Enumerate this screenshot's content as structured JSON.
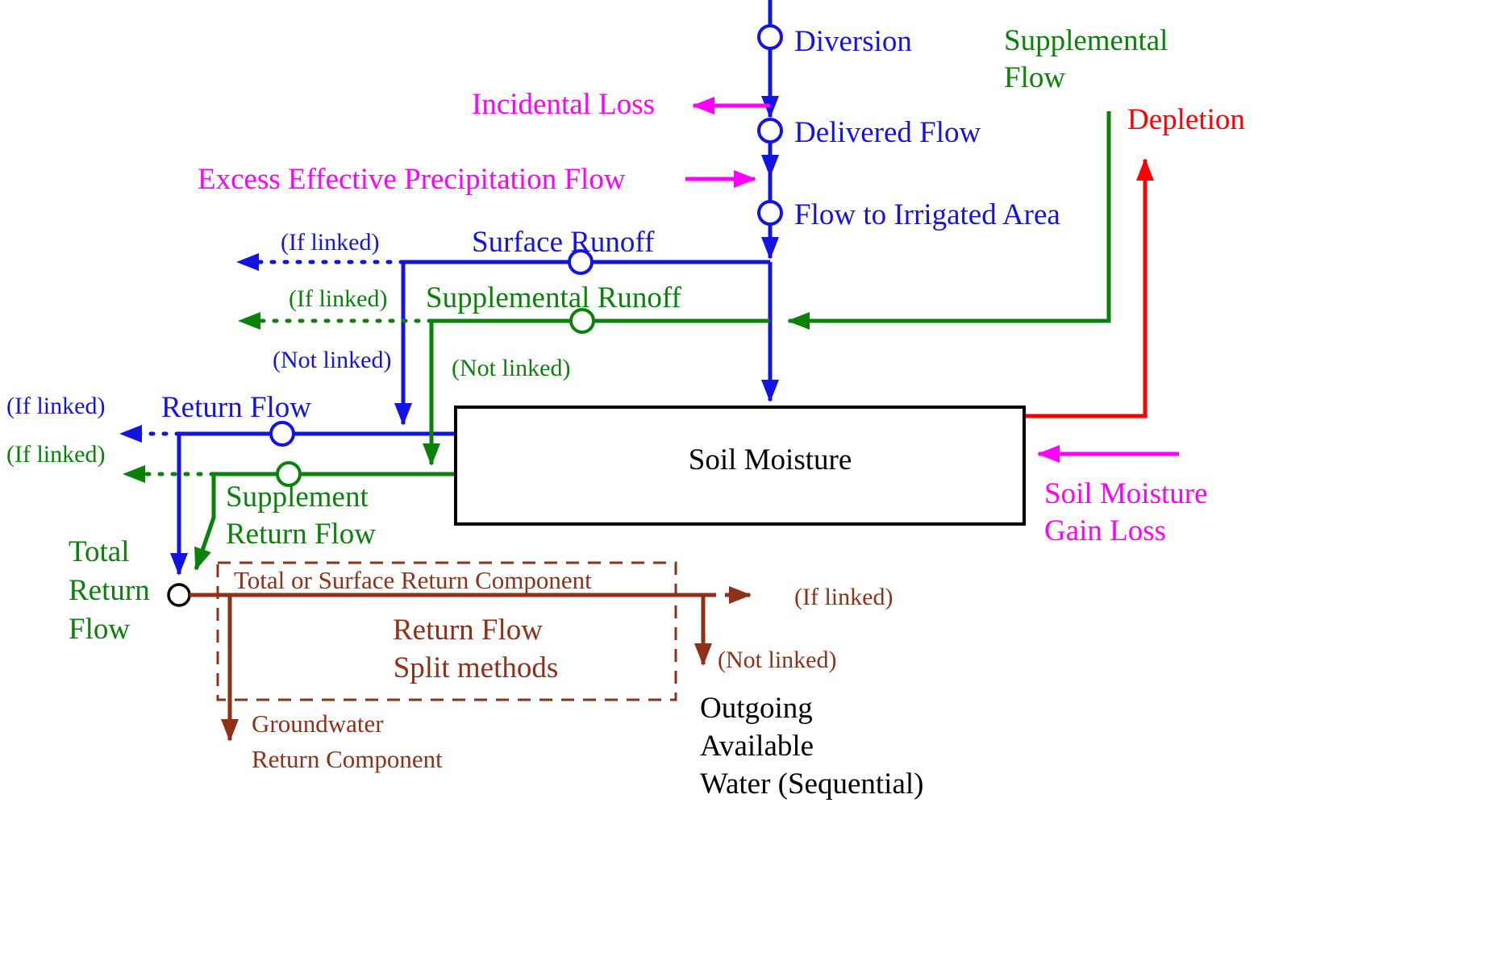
{
  "colors": {
    "blue": "#1414e0",
    "green": "#0a820a",
    "magenta": "#ff00ff",
    "red": "#ff0000",
    "brown": "#8e3118",
    "black": "#000000"
  },
  "nodes": {
    "diversion": "Diversion",
    "delivered_flow": "Delivered Flow",
    "flow_to_irrigated_area": "Flow to Irrigated Area",
    "soil_moisture": "Soil Moisture"
  },
  "flows": {
    "incidental_loss": "Incidental Loss",
    "excess_effective_precipitation_flow": "Excess Effective Precipitation Flow",
    "supplemental_flow": [
      "Supplemental",
      "Flow"
    ],
    "depletion": "Depletion",
    "surface_runoff": "Surface Runoff",
    "supplemental_runoff": "Supplemental Runoff",
    "return_flow": "Return Flow",
    "supplement_return_flow": [
      "Supplement",
      "Return Flow"
    ],
    "total_return_flow": [
      "Total",
      "Return",
      "Flow"
    ],
    "soil_moisture_gain_loss": [
      "Soil Moisture",
      "Gain Loss"
    ],
    "total_or_surface_return_component": "Total or Surface Return Component",
    "return_flow_split_methods": [
      "Return Flow",
      "Split methods"
    ],
    "groundwater_return_component": [
      "Groundwater",
      "Return Component"
    ],
    "outgoing_available_water": [
      "Outgoing",
      "Available",
      "Water (Sequential)"
    ]
  },
  "annotations": {
    "if_linked_surface": "(If linked)",
    "if_linked_supplemental": "(If linked)",
    "if_linked_return": "(If linked)",
    "if_linked_supplement_return": "(If linked)",
    "if_linked_split": "(If linked)",
    "not_linked_surface": "(Not linked)",
    "not_linked_supplemental": "(Not linked)",
    "not_linked_split": "(Not linked)"
  }
}
